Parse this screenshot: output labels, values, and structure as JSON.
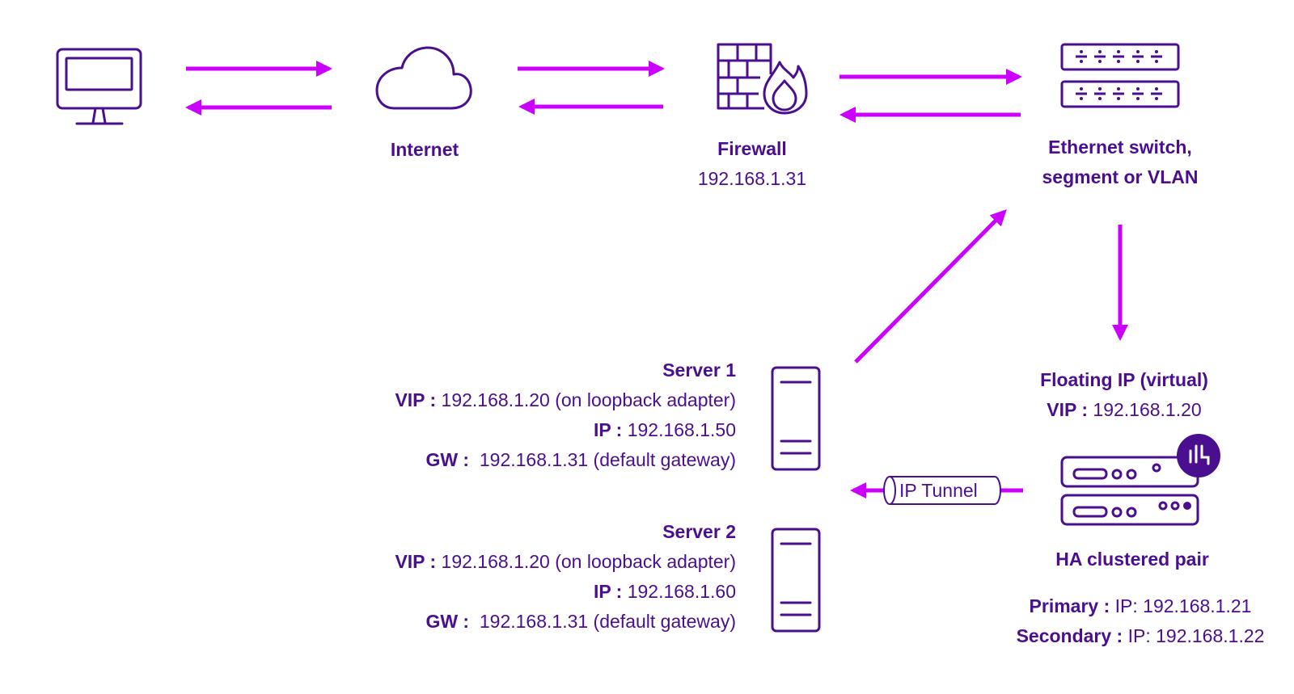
{
  "colors": {
    "arrow": "#cc00ff",
    "icon": "#4a0f8f",
    "text": "#4a0f8f",
    "badge": "#4a0f8f"
  },
  "nodes": {
    "computer": {
      "icon": "monitor-icon"
    },
    "internet": {
      "label": "Internet",
      "icon": "cloud-icon"
    },
    "firewall": {
      "label": "Firewall",
      "ip": "192.168.1.31",
      "icon": "firewall-icon"
    },
    "switch": {
      "line1": "Ethernet switch,",
      "line2": "segment or VLAN",
      "icon": "switch-icon"
    },
    "floating": {
      "title": "Floating IP (virtual)",
      "vip_label": "VIP :",
      "vip_value": " 192.168.1.20"
    },
    "ha": {
      "title": "HA clustered pair",
      "primary_label": "Primary :",
      "primary_value": " IP: 192.168.1.21",
      "secondary_label": "Secondary :",
      "secondary_value": " IP: 192.168.1.22",
      "icon": "load-balancer-icon"
    },
    "tunnel": {
      "label": "IP Tunnel"
    },
    "server1": {
      "title": "Server 1",
      "vip_label": "VIP :",
      "vip_value": " 192.168.1.20 (on loopback adapter)",
      "ip_label": "IP :",
      "ip_value": " 192.168.1.50",
      "gw_label": "GW :",
      "gw_value": "  192.168.1.31 (default gateway)",
      "icon": "server-icon"
    },
    "server2": {
      "title": "Server 2",
      "vip_label": "VIP :",
      "vip_value": " 192.168.1.20 (on loopback adapter)",
      "ip_label": "IP :",
      "ip_value": " 192.168.1.60",
      "gw_label": "GW :",
      "gw_value": "  192.168.1.31 (default gateway)",
      "icon": "server-icon"
    }
  }
}
